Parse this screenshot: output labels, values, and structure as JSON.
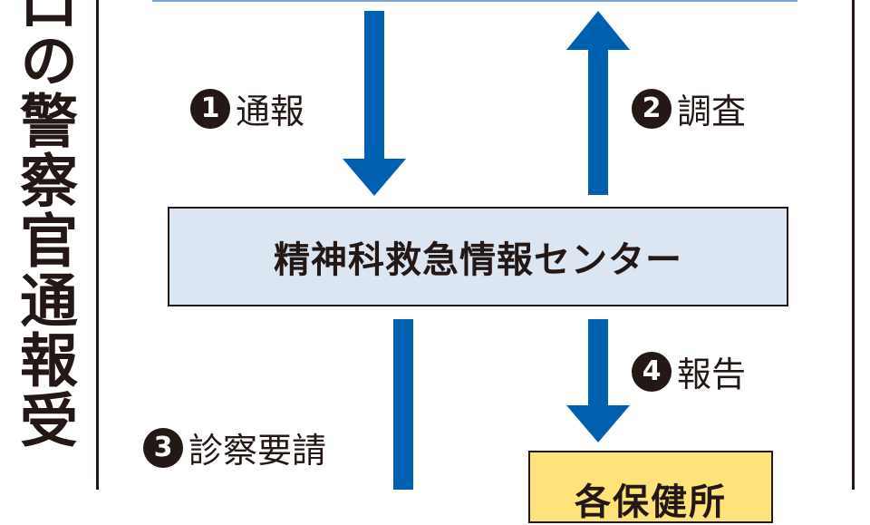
{
  "side_title": "口の警察官通報受",
  "center_box": "精神科救急情報センター",
  "bottom_box": "各保健所",
  "steps": [
    {
      "num": "1",
      "label": "通報"
    },
    {
      "num": "2",
      "label": "調査"
    },
    {
      "num": "3",
      "label": "診察要請"
    },
    {
      "num": "4",
      "label": "報告"
    }
  ],
  "colors": {
    "arrow": "#0060b0",
    "center_fill": "#dce6f2",
    "bottom_fill": "#fde37a"
  }
}
